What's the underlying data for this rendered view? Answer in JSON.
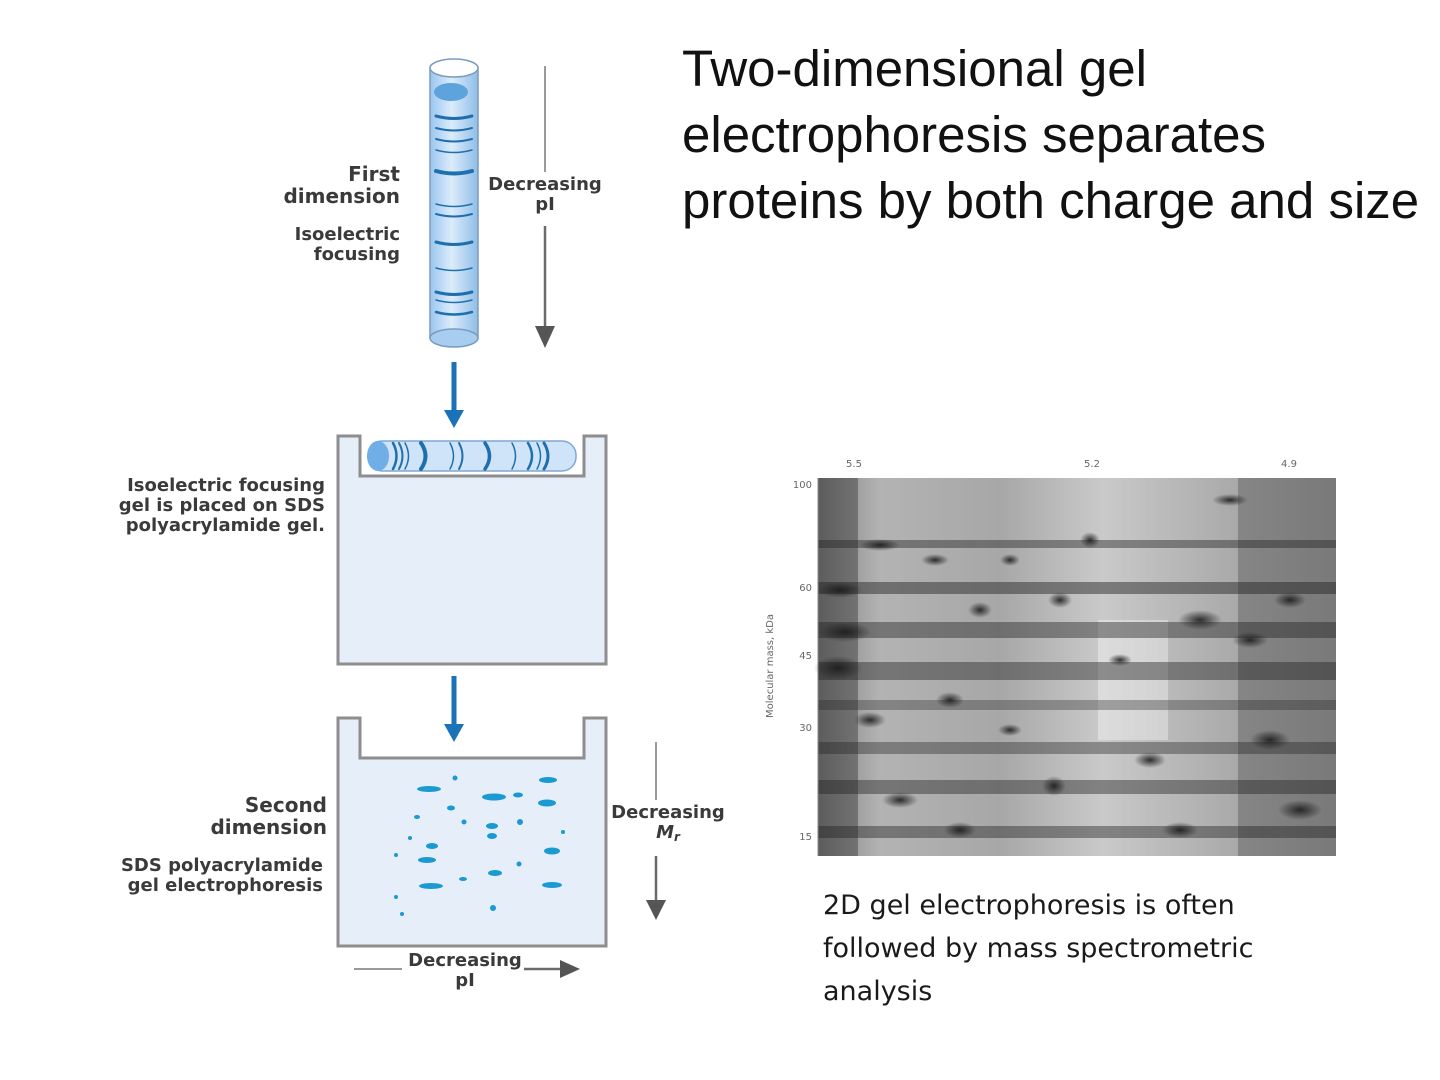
{
  "title": "Two-dimensional gel electrophoresis separates proteins by both charge and size",
  "first_dimension": {
    "heading_lines": [
      "First",
      "dimension"
    ],
    "method_lines": [
      "Isoelectric",
      "focusing"
    ],
    "arrow_label_lines": [
      "Decreasing",
      "pI"
    ]
  },
  "transfer_step": {
    "label_lines": [
      "Isoelectric focusing",
      "gel is placed on SDS",
      "polyacrylamide gel."
    ]
  },
  "second_dimension": {
    "heading_lines": [
      "Second",
      "dimension"
    ],
    "method_lines": [
      "SDS polyacrylamide",
      "gel electrophoresis"
    ],
    "mr_label": "Decreasing",
    "mr_symbol": "M",
    "mr_subscript": "r",
    "bottom_label_lines": [
      "Decreasing",
      "pI"
    ]
  },
  "gel_image": {
    "ylabel": "Molecular mass, kDa",
    "y_ticks": [
      "100",
      "60",
      "45",
      "30",
      "15"
    ],
    "x_ticks": [
      "5.5",
      "5.2",
      "4.9"
    ]
  },
  "caption": "2D gel electrophoresis is often followed by mass spectrometric analysis",
  "colors": {
    "gel_fill": "#e6eefa",
    "gel_border": "#8e8e8e",
    "band": "#1f6fae",
    "arrow_blue": "#1a72b8",
    "arrow_gray": "#6a6a6a"
  }
}
